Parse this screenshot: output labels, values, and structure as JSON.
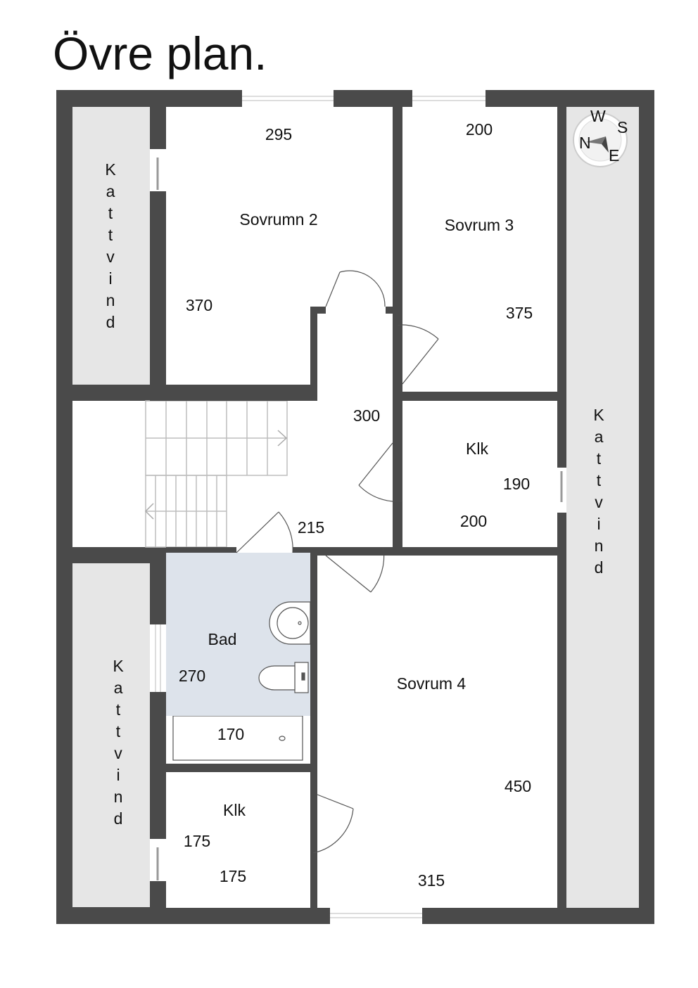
{
  "title": "Övre plan.",
  "colors": {
    "wall": "#4a4a4a",
    "attic": "#e6e6e6",
    "bath": "#dde3eb",
    "floor": "#ffffff"
  },
  "rooms": {
    "sovrum2": {
      "name": "Sovrumn 2",
      "width": "295",
      "depth": "370"
    },
    "sovrum3": {
      "name": "Sovrum 3",
      "width": "200",
      "depth": "375"
    },
    "hall": {
      "dim_a": "300",
      "dim_b": "215"
    },
    "klk_upper": {
      "name": "Klk",
      "depth": "190",
      "width": "200"
    },
    "bad": {
      "name": "Bad",
      "depth": "270",
      "width": "170"
    },
    "klk_lower": {
      "name": "Klk",
      "depth": "175",
      "width": "175"
    },
    "sovrum4": {
      "name": "Sovrum 4",
      "depth": "450",
      "width": "315"
    }
  },
  "kattvind": [
    "K",
    "a",
    "t",
    "t",
    "v",
    "i",
    "n",
    "d"
  ],
  "compass": {
    "icon": "compass-rose-icon",
    "letters": [
      "N",
      "W",
      "S",
      "E"
    ]
  }
}
